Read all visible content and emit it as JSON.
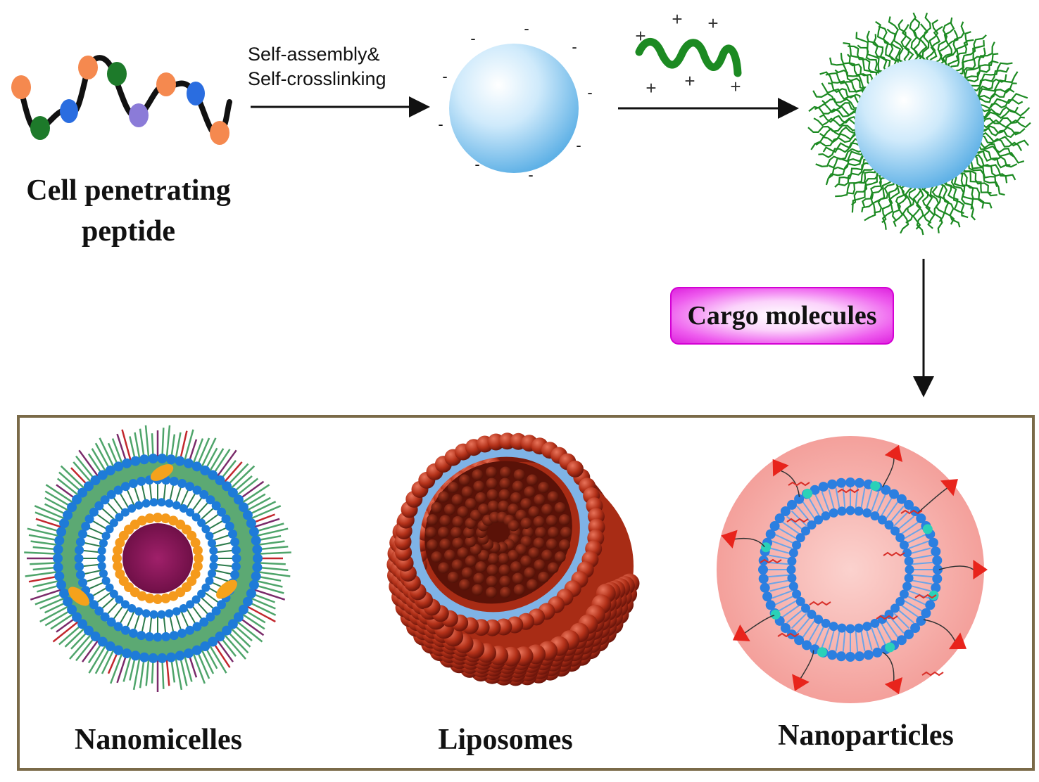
{
  "cell_penetrating_peptide": {
    "label_line1": "Cell penetrating",
    "label_line2": "peptide"
  },
  "step1": {
    "line1": "Self-assembly&",
    "line2": "Self-crosslinking"
  },
  "step2": {
    "plus_sign": "+",
    "minus_sign": "-"
  },
  "cargo": {
    "label": "Cargo molecules"
  },
  "products": [
    {
      "label": "Nanomicelles"
    },
    {
      "label": "Liposomes"
    },
    {
      "label": "Nanoparticles"
    }
  ],
  "colors": {
    "peptide_backbone": "#111111",
    "bead_orange": "#f5894f",
    "bead_green": "#1d7a2a",
    "bead_blue": "#2a6de0",
    "bead_purple": "#8b7bd8",
    "sphere_blue": "#9fd3f5",
    "polymer_green": "#1c8a22",
    "cargo_magenta": "#e43be4",
    "liposome_red": "#b8361e",
    "nanoparticle_pink": "#f6b2ae",
    "frame_brown": "#7a6a48"
  }
}
